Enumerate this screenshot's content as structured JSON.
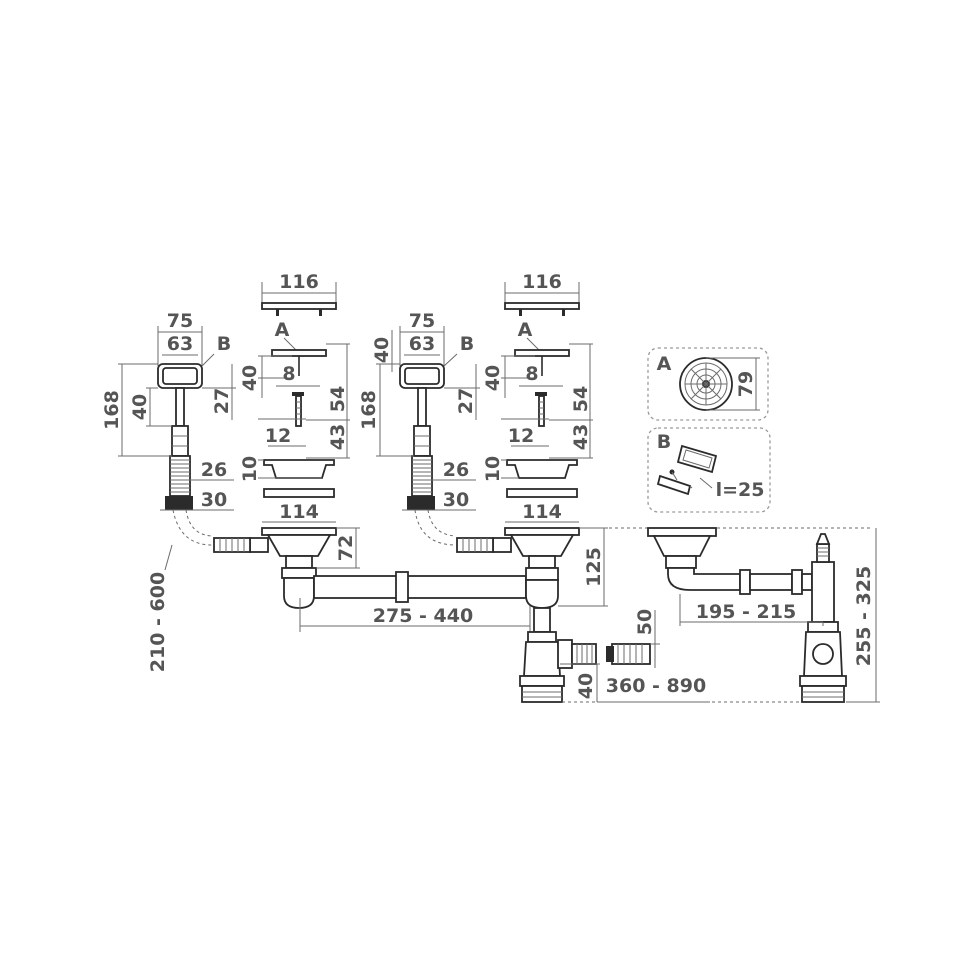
{
  "dimensions": {
    "left_basket_width": "116",
    "left_overflow_width": "75",
    "left_overflow_inner": "63",
    "left_label_a": "A",
    "left_label_b": "B",
    "left_height_168": "168",
    "left_height_40a": "40",
    "left_height_40b": "40",
    "left_height_27": "27",
    "left_height_54": "54",
    "left_width_8": "8",
    "left_width_12": "12",
    "left_height_43": "43",
    "left_height_10": "10",
    "left_width_26": "26",
    "left_width_30": "30",
    "left_bowl_width": "114",
    "left_height_72": "72",
    "left_hose_range": "210 - 600",
    "right_basket_width": "116",
    "right_overflow_width": "75",
    "right_overflow_inner": "63",
    "right_label_a": "A",
    "right_label_b": "B",
    "right_height_168": "168",
    "right_height_40a": "40",
    "right_height_40b": "40",
    "right_height_27": "27",
    "right_height_54": "54",
    "right_width_8": "8",
    "right_width_12": "12",
    "right_height_43": "43",
    "right_height_10": "10",
    "right_width_26": "26",
    "right_width_30": "30",
    "right_bowl_width": "114",
    "pipe_range": "275 - 440",
    "height_125": "125",
    "height_50": "50",
    "height_40": "40",
    "outlet_range": "360 - 890",
    "side_pipe_range": "195 - 215",
    "side_height_range": "255 - 325"
  },
  "insets": {
    "a_label": "A",
    "a_diameter": "79",
    "b_label": "B",
    "b_length": "l=25"
  }
}
